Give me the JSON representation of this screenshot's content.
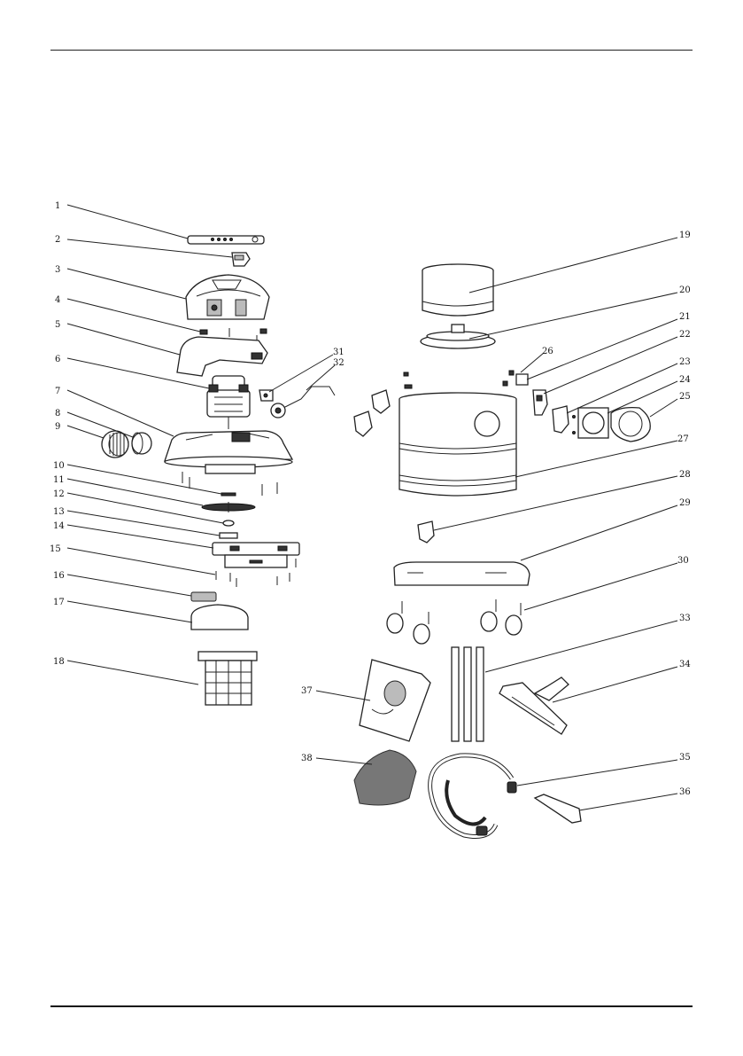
{
  "diagram": {
    "part_numbers": [
      "1",
      "2",
      "3",
      "4",
      "5",
      "6",
      "7",
      "8",
      "9",
      "10",
      "11",
      "12",
      "13",
      "14",
      "15",
      "16",
      "17",
      "18",
      "19",
      "20",
      "21",
      "22",
      "23",
      "24",
      "25",
      "26",
      "27",
      "28",
      "29",
      "30",
      "31",
      "32",
      "33",
      "34",
      "35",
      "36",
      "37",
      "38"
    ]
  }
}
